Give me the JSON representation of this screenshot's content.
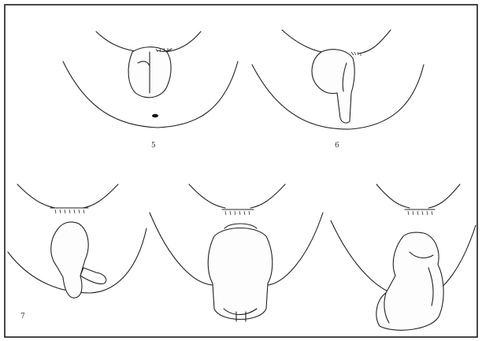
{
  "figure": {
    "panels": [
      {
        "label": "5"
      },
      {
        "label": "6"
      },
      {
        "label": "7"
      },
      {
        "label": ""
      },
      {
        "label": ""
      }
    ]
  }
}
